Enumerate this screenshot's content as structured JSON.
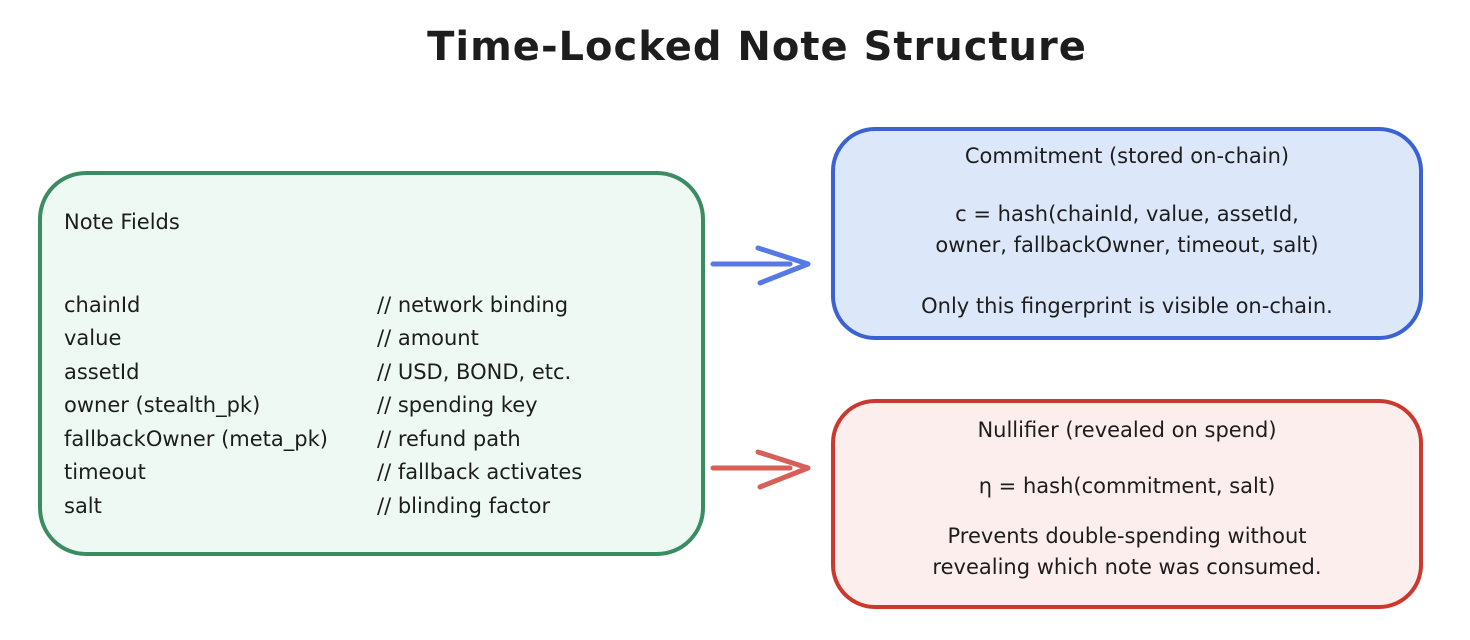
{
  "title": "Time-Locked Note Structure",
  "colors": {
    "note_fields_border": "#3c8c63",
    "note_fields_fill": "#edf9f2",
    "commitment_border": "#3a62d3",
    "commitment_fill": "#dce8fa",
    "commitment_arrow": "#5679e6",
    "nullifier_border": "#cb382e",
    "nullifier_fill": "#fbeeec",
    "nullifier_arrow": "#d65f58",
    "text": "#1d1d1d"
  },
  "note_fields_box": {
    "label": "Note Fields",
    "fields": [
      {
        "name": "chainId",
        "comment": "// network binding"
      },
      {
        "name": "value",
        "comment": "// amount"
      },
      {
        "name": "assetId",
        "comment": "// USD, BOND, etc."
      },
      {
        "name": "owner (stealth_pk)",
        "comment": "// spending key"
      },
      {
        "name": "fallbackOwner (meta_pk)",
        "comment": "// refund path"
      },
      {
        "name": "timeout",
        "comment": "// fallback activates"
      },
      {
        "name": "salt",
        "comment": "// blinding factor"
      }
    ]
  },
  "commitment_box": {
    "title": "Commitment (stored on-chain)",
    "formula_line1": "c = hash(chainId, value, assetId,",
    "formula_line2": "owner, fallbackOwner, timeout, salt)",
    "note": "Only this fingerprint is visible on-chain."
  },
  "nullifier_box": {
    "title": "Nullifier (revealed on spend)",
    "formula": "η = hash(commitment, salt)",
    "note_line1": "Prevents double-spending without",
    "note_line2": "revealing which note was consumed."
  }
}
